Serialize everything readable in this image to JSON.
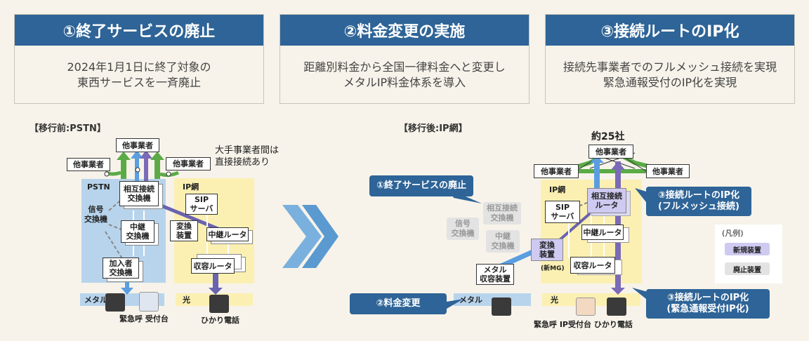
{
  "cards": [
    {
      "title": "①終了サービスの廃止",
      "lines": [
        "2024年1月1日に終了対象の",
        "東西サービスを一斉廃止"
      ]
    },
    {
      "title": "②料金変更の実施",
      "lines": [
        "距離別料金から全国一律料金へと変更し",
        "メタルIP料金体系を導入"
      ]
    },
    {
      "title": "③接続ルートのIP化",
      "lines": [
        "接続先事業者でのフルメッシュ接続を実現",
        "緊急通報受付のIP化を実現"
      ]
    }
  ],
  "before": {
    "label": "【移行前:PSTN】",
    "top_carrier": "他事業者",
    "left_carrier": "他事業者",
    "right_carrier": "他事業者",
    "note": [
      "大手事業者間は",
      "直接接続あり"
    ],
    "pstn": "PSTN",
    "ipnet": "IP網",
    "interconnect": [
      "相互接続",
      "交換機"
    ],
    "signal": [
      "信号",
      "交換機"
    ],
    "trunk": [
      "中継",
      "交換機"
    ],
    "subscriber": [
      "加入者",
      "交換機"
    ],
    "sip": [
      "SIP",
      "サーバ"
    ],
    "converter": [
      "変換",
      "装置"
    ],
    "trunk_router": "中継ルータ",
    "access_router": "収容ルータ",
    "metal": "メタル",
    "hikari": "光",
    "emergency": "緊急呼 受付台",
    "hikari_phone": "ひかり電話"
  },
  "after": {
    "label": "【移行後:IP網】",
    "approx": "約25社",
    "top_carrier": "他事業者",
    "left_carrier": "他事業者",
    "right_carrier": "他事業者",
    "ipnet": "IP網",
    "ic_router": [
      "相互接続",
      "ルータ"
    ],
    "sip": [
      "SIP",
      "サーバ"
    ],
    "ghost_ic": [
      "相互接続",
      "交換機"
    ],
    "ghost_signal": [
      "信号",
      "交換機"
    ],
    "ghost_trunk": [
      "中継",
      "交換機"
    ],
    "converter": [
      "変換",
      "装置"
    ],
    "new_mg": "(新MG)",
    "trunk_router": "中継ルータ",
    "access_router": "収容ルータ",
    "metal_access": [
      "メタル",
      "収容装置"
    ],
    "metal": "メタル",
    "hikari": "光",
    "bottom_labels": "緊急呼 IP受付台 ひかり電話",
    "callout1": "①終了サービスの廃止",
    "callout2": "②料金変更",
    "callout3a": [
      "③接続ルートのIP化",
      "(フルメッシュ接続)"
    ],
    "callout3b": [
      "③接続ルートのIP化",
      "(緊急通報受付IP化)"
    ],
    "legend_title": "(凡例)",
    "legend_new": "新規装置",
    "legend_old": "廃止装置"
  }
}
